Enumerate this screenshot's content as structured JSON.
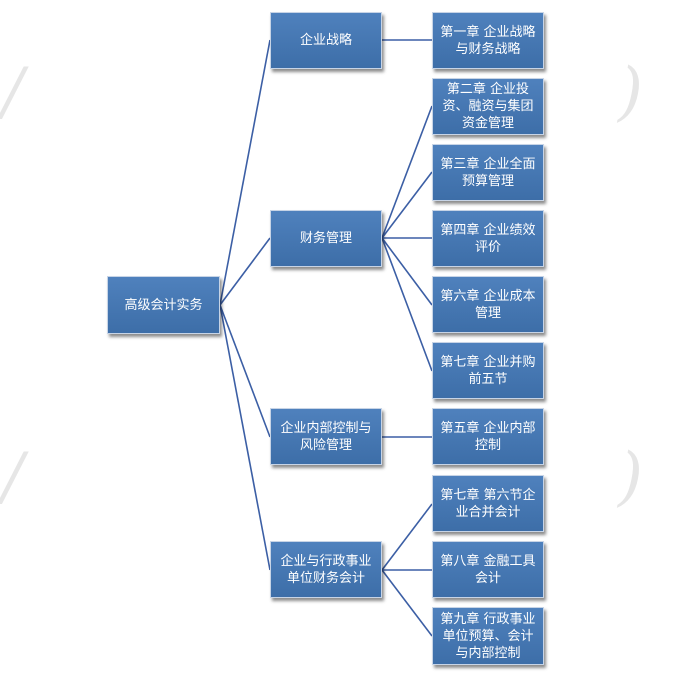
{
  "root": {
    "label": "高级会计实务"
  },
  "categories": [
    {
      "label": "企业战略"
    },
    {
      "label": "财务管理"
    },
    {
      "label": "企业内部控制与\n风险管理"
    },
    {
      "label": "企业与行政事业\n单位财务会计"
    }
  ],
  "chapters": [
    {
      "label": "第一章  企业战略\n与财务战略"
    },
    {
      "label": "第二章   企业投\n资、融资与集团\n资金管理"
    },
    {
      "label": "第三章  企业全面\n预算管理"
    },
    {
      "label": "第四章  企业绩效\n评价"
    },
    {
      "label": "第六章  企业成本\n管理"
    },
    {
      "label": "第七章  企业并购\n前五节"
    },
    {
      "label": "第五章  企业内部\n控制"
    },
    {
      "label": "第七章  第六节企\n业合并会计"
    },
    {
      "label": "第八章  金融工具\n会计"
    },
    {
      "label": "第九章  行政事业\n单位预算、会计\n与内部控制"
    }
  ],
  "colors": {
    "node_fill": "#4f81bd",
    "connector": "#3c5fa5",
    "node_text": "#ffffff"
  }
}
